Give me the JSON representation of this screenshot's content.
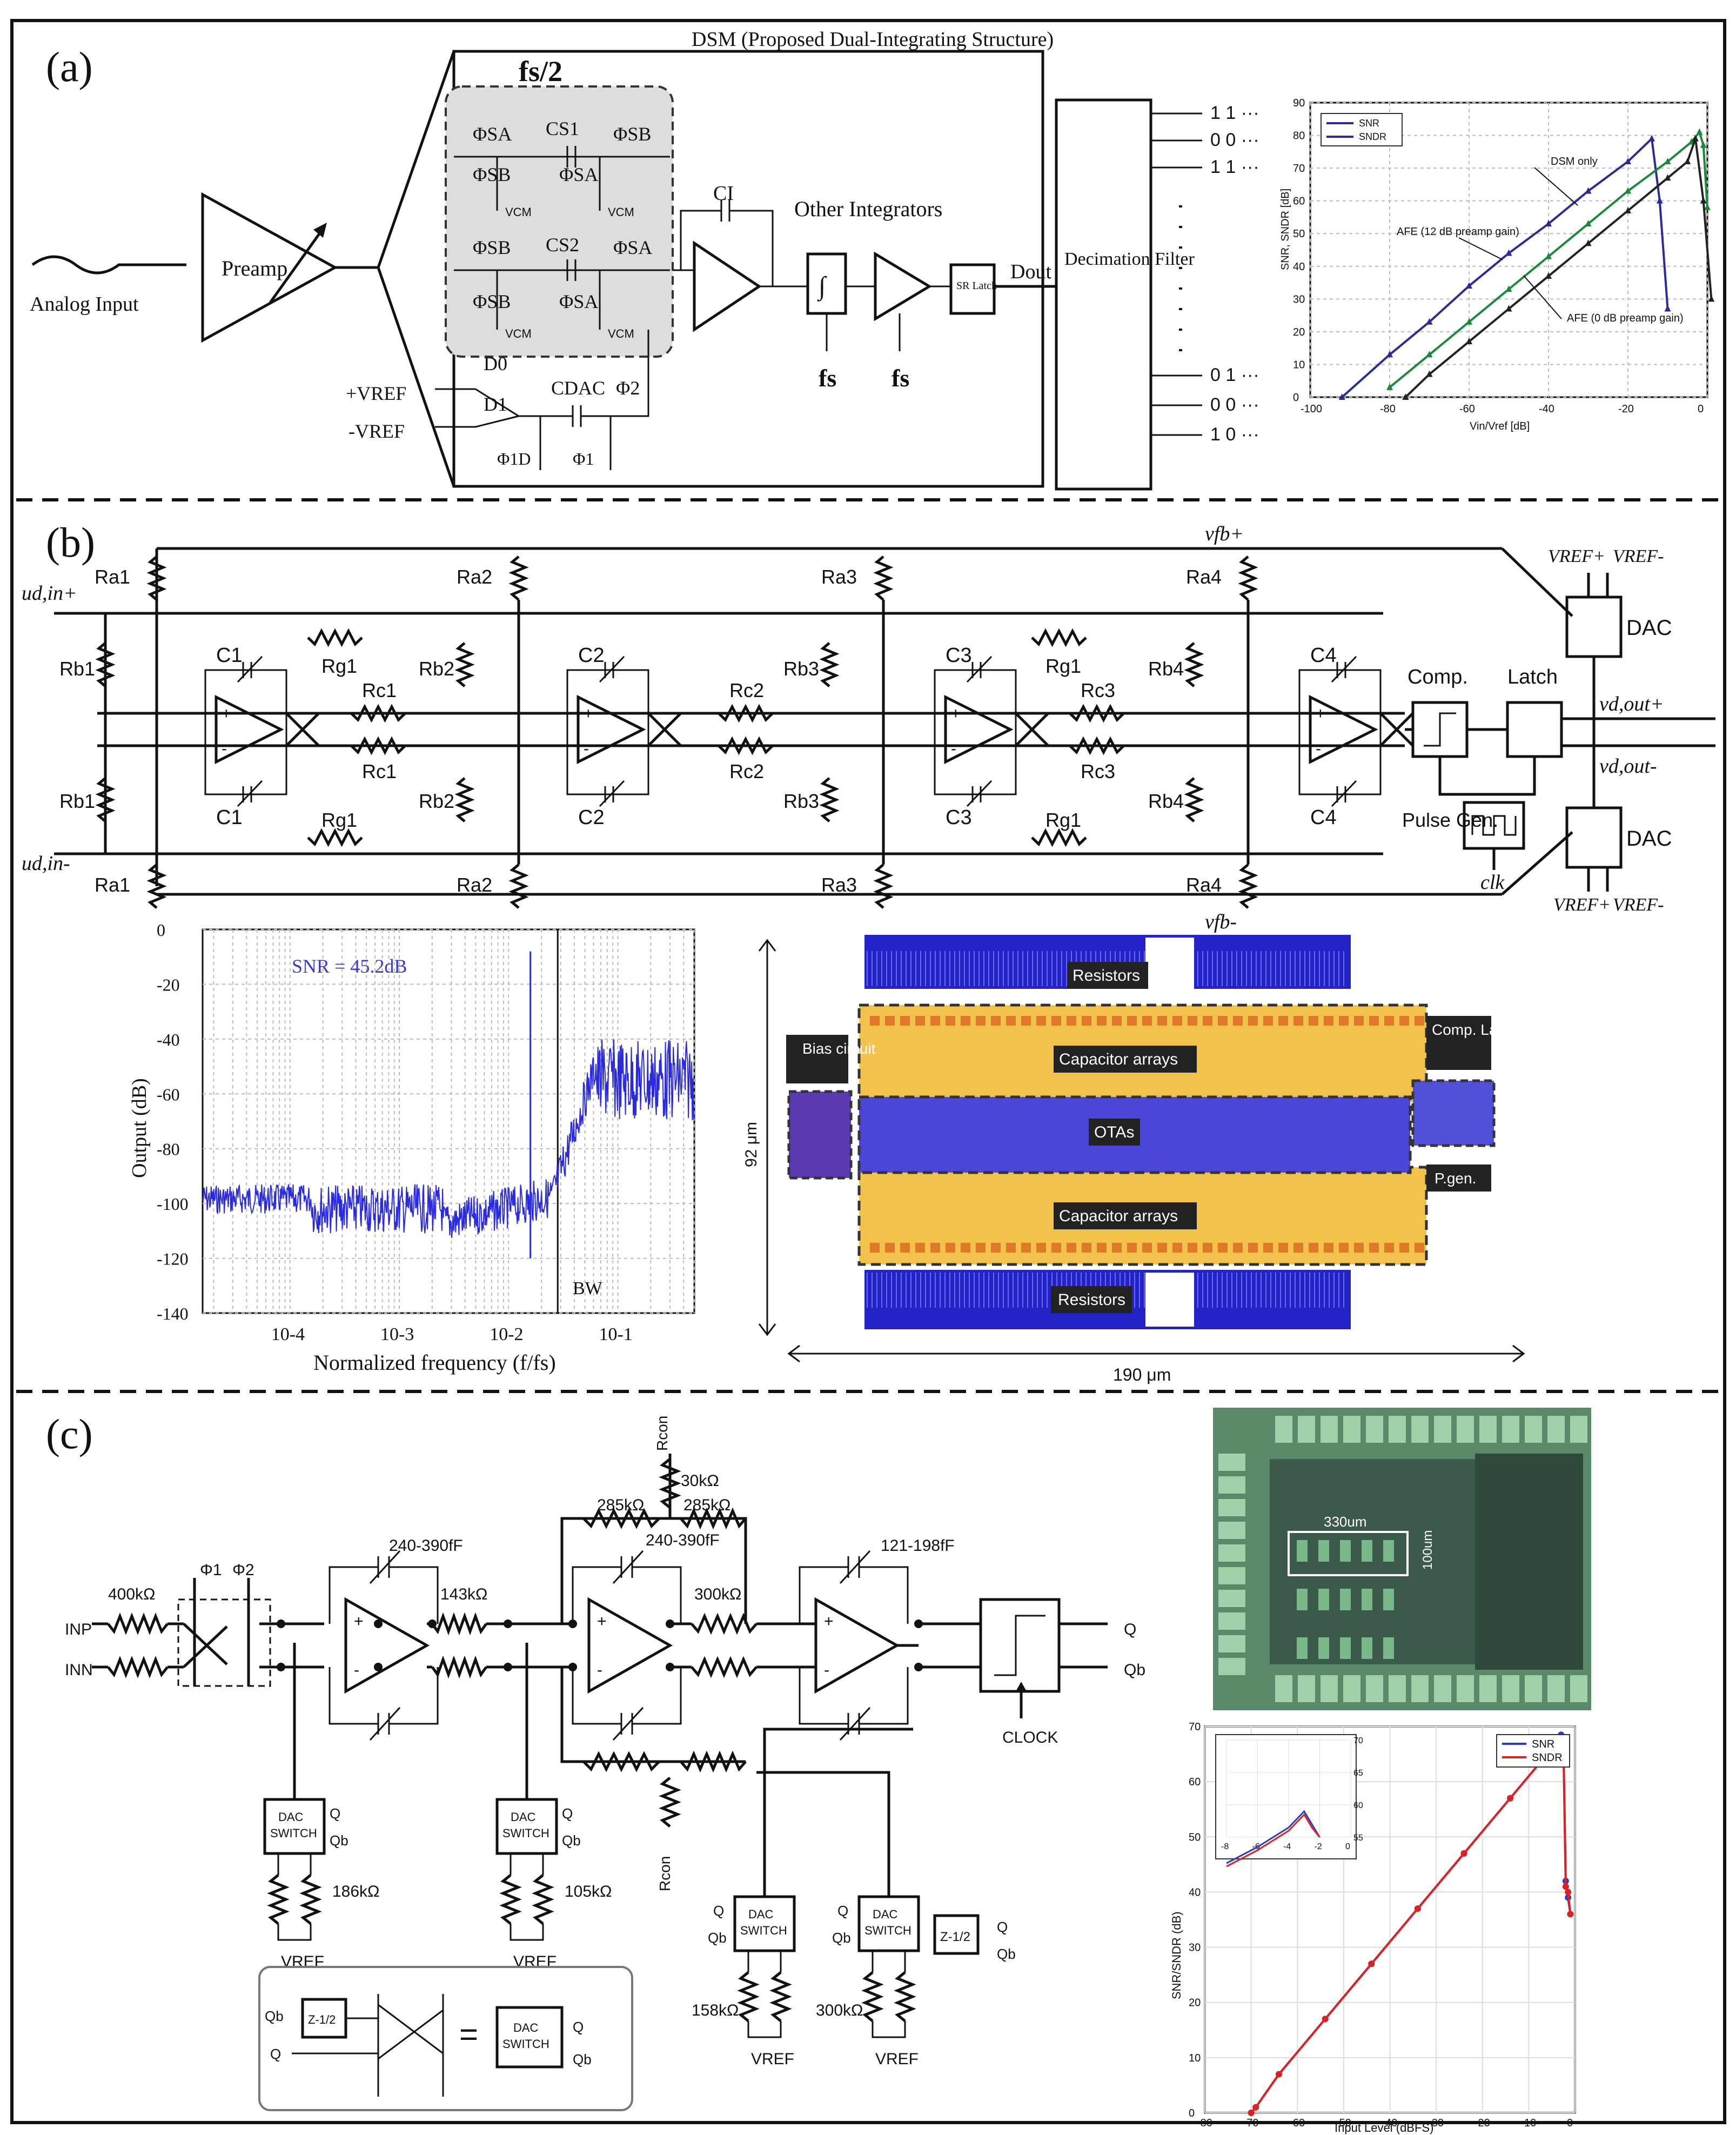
{
  "panel_a": {
    "label": "(a)",
    "dsm_title": "DSM (Proposed Dual-Integrating Structure)",
    "fs2": "fs/2",
    "analog_input": "Analog Input",
    "preamp": "Preamp",
    "phi_sa": "ΦSA",
    "phi_sb": "ΦSB",
    "cs1": "CS1",
    "cs2": "CS2",
    "vcm": "VCM",
    "ci": "CI",
    "other_integrators": "Other Integrators",
    "fs": "fs",
    "sr_latch": "SR Latch",
    "dout": "Dout",
    "decimation": "Decimation Filter",
    "vref_p": "+VREF",
    "vref_n": "-VREF",
    "d0": "D0",
    "d1": "D1",
    "cdac": "CDAC",
    "phi2": "Φ2",
    "phi1d": "Φ1D",
    "phi1": "Φ1",
    "outputs_top": [
      "1 1 ···",
      "0 0 ···",
      "1 1 ···"
    ],
    "outputs_bottom": [
      "0 1 ···",
      "0 0 ···",
      "1 0 ···"
    ],
    "plot": {
      "ylabel": "SNR, SNDR [dB]",
      "xlabel": "Vin/Vref [dB]",
      "legend": [
        "SNR",
        "SNDR"
      ],
      "annotations": [
        "DSM only",
        "AFE (12 dB preamp gain)",
        "AFE (0 dB preamp gain)"
      ],
      "x_ticks": [
        "-100",
        "-80",
        "-60",
        "-40",
        "-20",
        "0"
      ],
      "y_ticks": [
        "0",
        "10",
        "20",
        "30",
        "40",
        "50",
        "60",
        "70",
        "80",
        "90"
      ]
    }
  },
  "panel_b": {
    "label": "(b)",
    "vfb_p": "vfb+",
    "vfb_n": "vfb-",
    "ud_in_p": "ud,in+",
    "ud_in_n": "ud,in-",
    "ra": [
      "Ra1",
      "Ra2",
      "Ra3",
      "Ra4"
    ],
    "rb": [
      "Rb1",
      "Rb2",
      "Rb3",
      "Rb4"
    ],
    "rg": "Rg1",
    "rc": [
      "Rc1",
      "Rc2",
      "Rc3"
    ],
    "caps": [
      "C1",
      "C2",
      "C3",
      "C4"
    ],
    "comp": "Comp.",
    "latch": "Latch",
    "dac": "DAC",
    "vref_p": "VREF+",
    "vref_n": "VREF-",
    "vdout_p": "vd,out+",
    "vdout_n": "vd,out-",
    "pulse_gen": "Pulse Gen.",
    "clk": "clk",
    "spectrum": {
      "snr": "SNR = 45.2dB",
      "ylabel": "Output (dB)",
      "xlabel": "Normalized frequency (f/fs)",
      "bw": "BW",
      "y_ticks": [
        "0",
        "-20",
        "-40",
        "-60",
        "-80",
        "-100",
        "-120",
        "-140"
      ],
      "x_ticks": [
        "10-4",
        "10-3",
        "10-2",
        "10-1"
      ]
    },
    "layout": {
      "resistors": "Resistors",
      "cap_arrays": "Capacitor arrays",
      "otas": "OTAs",
      "bias": "Bias circuit",
      "comp_latch": "Comp. Latch",
      "pgen": "P.gen.",
      "height": "92 μm",
      "width": "190 μm"
    }
  },
  "panel_c": {
    "label": "(c)",
    "inp": "INP",
    "inn": "INN",
    "r400": "400kΩ",
    "phi1": "Φ1",
    "phi2": "Φ2",
    "c1": "240-390fF",
    "c2": "240-390fF",
    "c3": "121-198fF",
    "r143": "143kΩ",
    "r285a": "285kΩ",
    "r285b": "285kΩ",
    "r30": "30kΩ",
    "rcon": "Rcon",
    "r300": "300kΩ",
    "q": "Q",
    "qb": "Qb",
    "clock": "CLOCK",
    "dac_switch": "DAC SWITCH",
    "r186": "186kΩ",
    "r105": "105kΩ",
    "r158": "158kΩ",
    "r300b": "300kΩ",
    "vref": "VREF",
    "z": "Z-1/2",
    "die": {
      "w": "330um",
      "h": "100um"
    },
    "plot": {
      "ylabel": "SNR/SNDR (dB)",
      "xlabel": "Input Level (dBFS)",
      "legend": [
        "SNR",
        "SNDR"
      ],
      "x_ticks": [
        "-80",
        "-70",
        "-60",
        "-50",
        "-40",
        "-30",
        "-20",
        "-10",
        "0"
      ],
      "y_ticks": [
        "0",
        "10",
        "20",
        "30",
        "40",
        "50",
        "60",
        "70"
      ],
      "inset_x": [
        "-8",
        "-6",
        "-4",
        "-2",
        "0"
      ],
      "inset_y": [
        "55",
        "60",
        "65",
        "70"
      ]
    }
  }
}
